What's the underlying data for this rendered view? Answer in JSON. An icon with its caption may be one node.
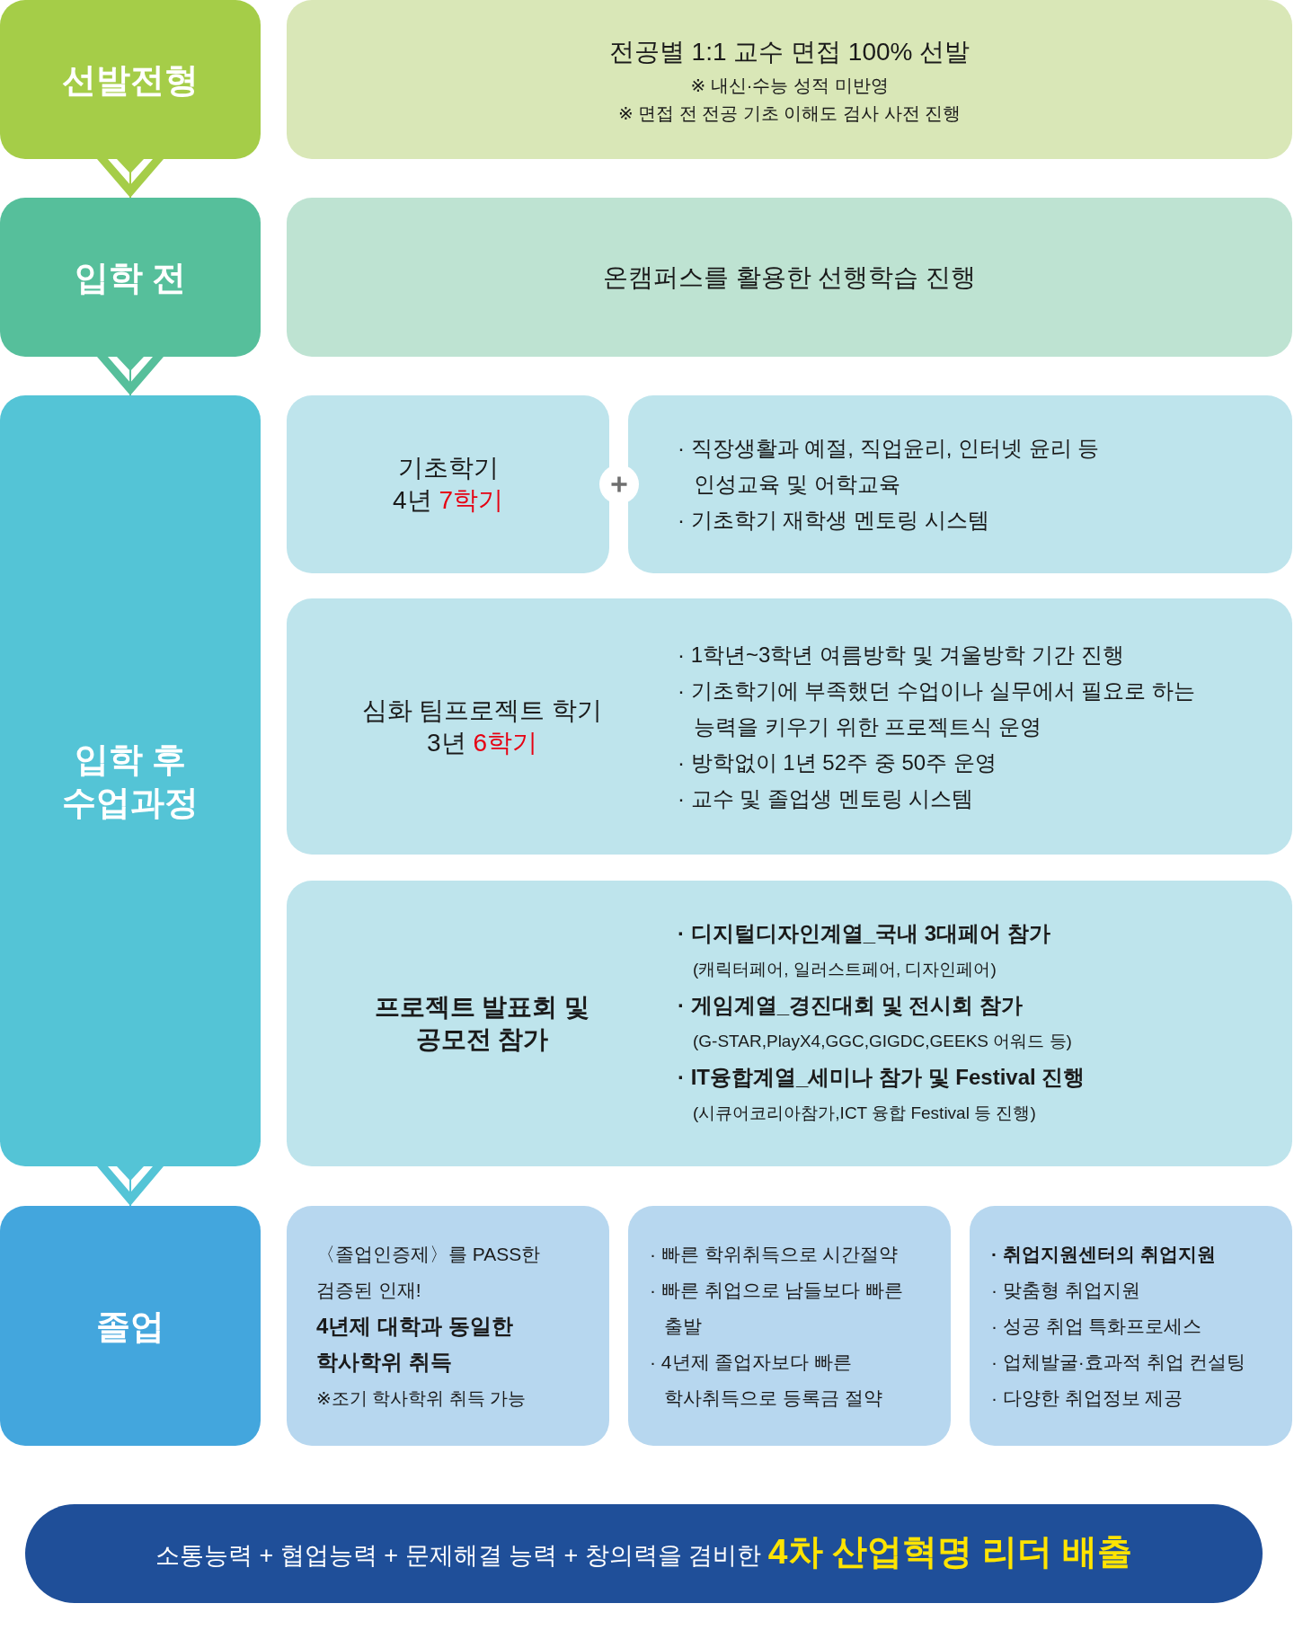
{
  "diagram": {
    "nodes": [
      {
        "text": [
          "선발전형"
        ]
      },
      {
        "text": [
          "전공별 1:1 교수 면접 100% 선발",
          "※ 내신·수능 성적 미반영",
          "※ 면접 전 전공 기초 이해도 검사 사전 진행"
        ]
      },
      {
        "text": [
          "입학 전"
        ]
      },
      {
        "text": [
          "온캠퍼스를 활용한 선행학습 진행"
        ]
      },
      {
        "text": [
          "입학 후 수업과정"
        ]
      },
      {
        "text": [
          "기초학기",
          "4년 7학기"
        ]
      },
      {
        "text": [
          "· 직장생활과 예절, 직업윤리, 인터넷 윤리 등 인성교육 및 어학교육",
          "· 기초학기 재학생 멘토링 시스템"
        ]
      },
      {
        "text": [
          "심화 팀프로젝트 학기",
          "3년 6학기",
          "· 1학년~3학년 여름방학 및 겨울방학 기간 진행",
          "· 기초학기에 부족했던 수업이나 실무에서 필요로 하는 능력을 키우기 위한 프로젝트식 운영",
          "· 방학없이 1년 52주 중 50주 운영",
          "· 교수 및 졸업생 멘토링 시스템"
        ]
      },
      {
        "text": [
          "프로젝트 발표회 및 공모전 참가",
          "· 디지털디자인계열_국내 3대페어 참가",
          "(캐릭터페어, 일러스트페어, 디자인페어)",
          "· 게임계열_경진대회 및 전시회 참가",
          "(G-STAR,PlayX4,GGC,GIGDC,GEEKS 어워드 등)",
          "· IT융합계열_세미나 참가 및 Festival 진행",
          "(시큐어코리아참가,ICT 융합 Festival 등 진행)"
        ]
      },
      {
        "text": [
          "졸업"
        ]
      },
      {
        "text": [
          "〈졸업인증제〉를 PASS한 검증된 인재!",
          "4년제 대학과 동일한 학사학위 취득",
          "※조기 학사학위 취득 가능"
        ]
      },
      {
        "text": [
          "· 빠른 학위취득으로 시간절약",
          "· 빠른 취업으로 남들보다 빠른 출발",
          "· 4년제 졸업자보다 빠른 학사취득으로 등록금 절약"
        ]
      },
      {
        "text": [
          "· 취업지원센터의 취업지원",
          "· 맞춤형 취업지원",
          "· 성공 취업 특화프로세스",
          "· 업체발굴·효과적 취업 컨설팅",
          "· 다양한 취업정보 제공"
        ]
      },
      {
        "text": [
          "소통능력 + 협업능력 + 문제해결 능력 + 창의력을 겸비한 **4차 산업혁명 리더 배출**"
        ]
      }
    ],
    "edges": [
      {
        "from": 0,
        "to": 2,
        "arrow": "to",
        "color": "#a5cd48"
      },
      {
        "from": 2,
        "to": 4,
        "arrow": "to",
        "color": "#56bf9b"
      },
      {
        "from": 4,
        "to": 9,
        "arrow": "to",
        "color": "#54c4d6"
      }
    ]
  }
}
